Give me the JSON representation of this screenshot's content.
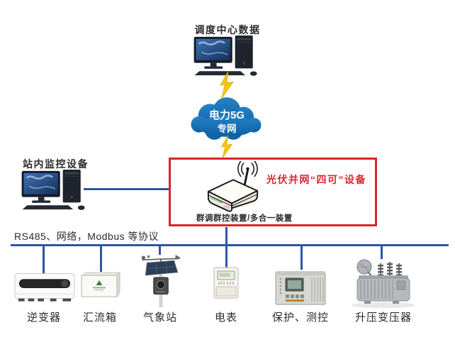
{
  "colors": {
    "line_blue": "#2f55a4",
    "cloud_blue_top": "#2583c7",
    "cloud_blue_bottom": "#0f5fa4",
    "lightning_yellow": "#f3c519",
    "accent_red": "#d8262c",
    "text_dark": "#2b2b2b"
  },
  "dispatch_center": {
    "title": "调度中心数据"
  },
  "cloud": {
    "line1": "电力5G",
    "line2": "专网"
  },
  "gateway": {
    "title": "光伏并网“四可”设备",
    "device_label": "群调群控装置/多合一装置"
  },
  "station_monitor": {
    "title": "站内监控设备"
  },
  "protocol": {
    "label": "RS485、网络，Modbus 等协议"
  },
  "devices": [
    {
      "id": "inverter",
      "label": "逆变器"
    },
    {
      "id": "combiner-box",
      "label": "汇流箱"
    },
    {
      "id": "weather-station",
      "label": "气象站"
    },
    {
      "id": "meter",
      "label": "电表"
    },
    {
      "id": "protection-control",
      "label": "保护、测控"
    },
    {
      "id": "step-up-transformer",
      "label": "升压变压器"
    }
  ]
}
